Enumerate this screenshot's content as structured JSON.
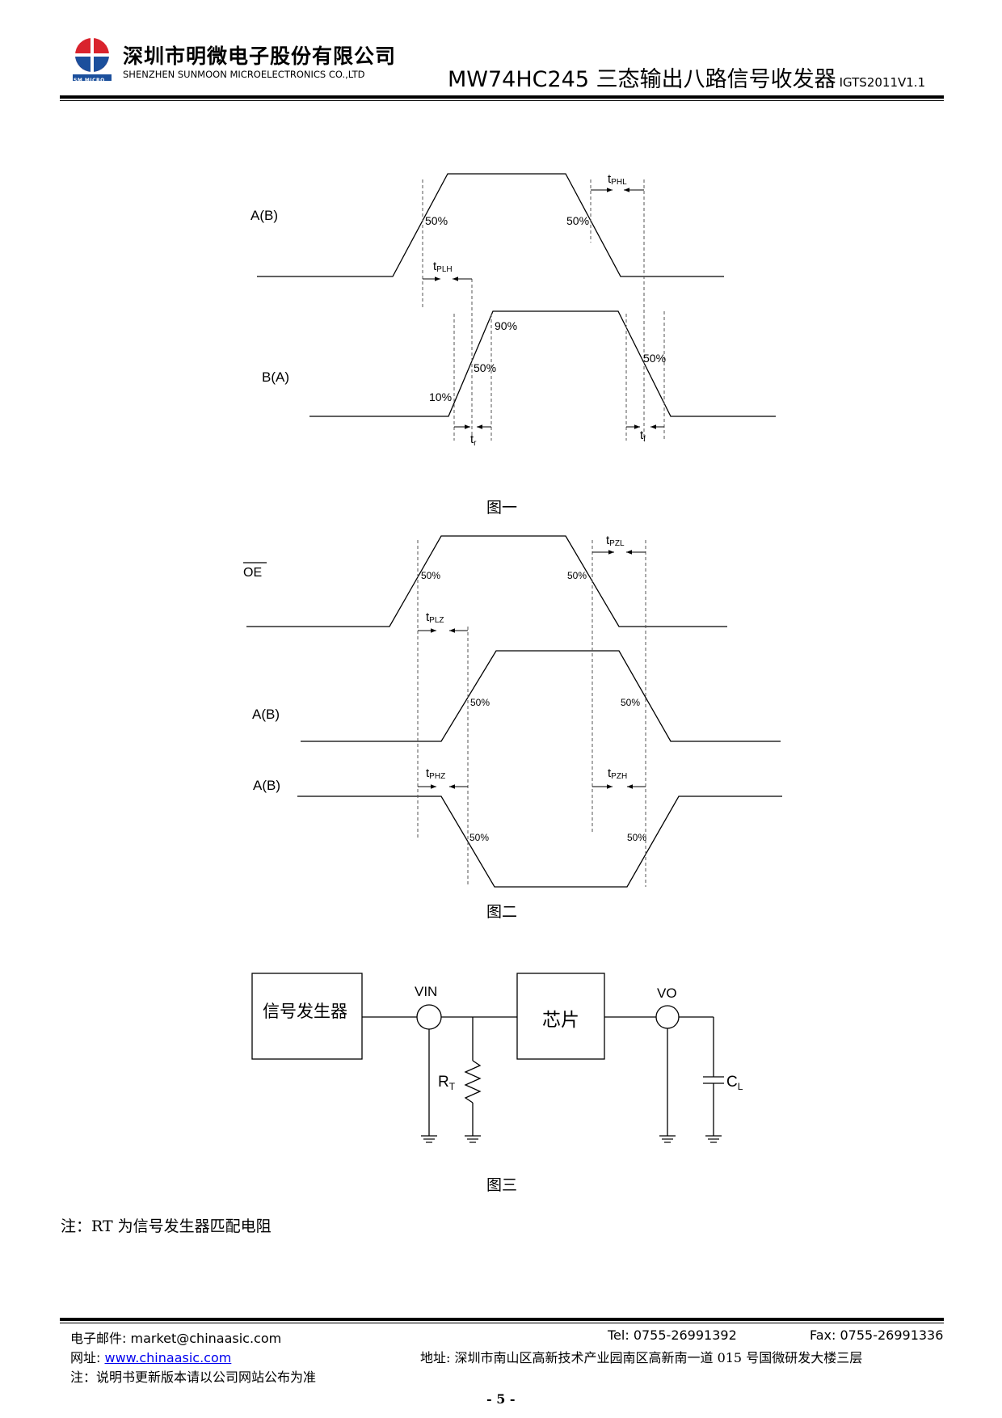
{
  "header": {
    "company_cn": "深圳市明微电子股份有限公司",
    "company_en": "SHENZHEN SUNMOON MICROELECTRONICS CO.,LTD",
    "logo_text": "SM MICRO",
    "title": "MW74HC245 三态输出八路信号收发器",
    "version": "IGTS2011V1.1"
  },
  "figure1": {
    "caption": "图一",
    "signal_top": "A(B)",
    "signal_bottom": "B(A)",
    "tphl": "t",
    "tphl_sub": "PHL",
    "tplh": "t",
    "tplh_sub": "PLH",
    "tr": "t",
    "tr_sub": "r",
    "tf": "t",
    "tf_sub": "f",
    "pct50": "50%",
    "pct90": "90%",
    "pct10": "10%"
  },
  "figure2": {
    "caption": "图二",
    "signal_oe": "OE",
    "signal_a": "A(B)",
    "signal_b": "A(B)",
    "tpzl": "t",
    "tpzl_sub": "PZL",
    "tplz": "t",
    "tplz_sub": "PLZ",
    "tphz": "t",
    "tphz_sub": "PHZ",
    "tpzh": "t",
    "tpzh_sub": "PZH",
    "pct50": "50%"
  },
  "figure3": {
    "caption": "图三",
    "generator": "信号发生器",
    "chip": "芯片",
    "vin": "VIN",
    "vo": "VO",
    "rt": "R",
    "rt_sub": "T",
    "cl": "C",
    "cl_sub": "L"
  },
  "note": "注：RT 为信号发生器匹配电阻",
  "footer": {
    "email": "电子邮件: market@chinaasic.com",
    "tel": "Tel: 0755-26991392",
    "fax": "Fax: 0755-26991336",
    "website_label": "网址: ",
    "website": "www.chinaasic.com",
    "address": "地址:  深圳市南山区高新技术产业园南区高新南一道 015 号国微研发大楼三层",
    "disclaimer": "注：说明书更新版本请以公司网站公布为准",
    "page": "- 5 -"
  }
}
